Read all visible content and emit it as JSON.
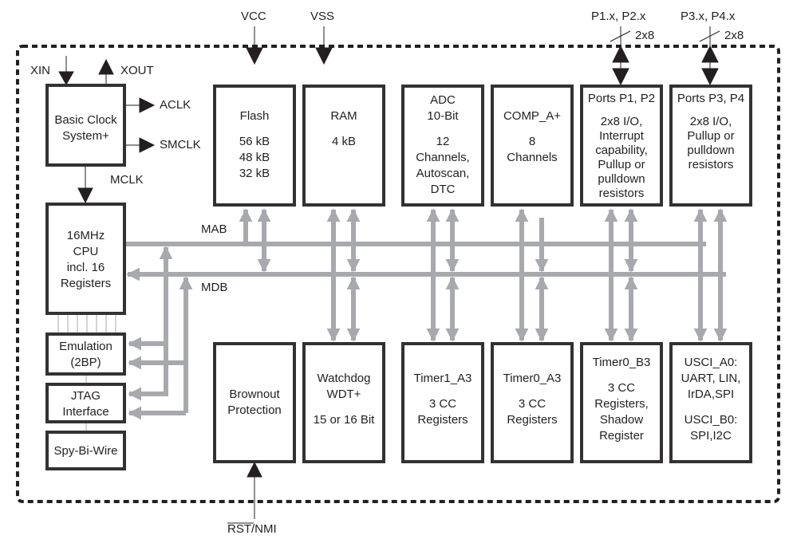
{
  "title": "Functional Block Diagram",
  "colors": {
    "bus": "#a7a9ac",
    "border": "#333132",
    "text": "#231f20"
  },
  "pins": {
    "vcc": "VCC",
    "vss": "VSS",
    "p12": "P1.x, P2.x",
    "p34": "P3.x, P4.x",
    "p12_width": "2x8",
    "p34_width": "2x8",
    "xin": "XIN",
    "xout": "XOUT",
    "aclk": "ACLK",
    "smclk": "SMCLK",
    "mclk": "MCLK",
    "rst_bar": "RST",
    "rst_rest": "/NMI"
  },
  "buses": {
    "mab": "MAB",
    "mdb": "MDB"
  },
  "blocks": {
    "clock": [
      "Basic Clock",
      "System+"
    ],
    "cpu": [
      "16MHz",
      "CPU",
      "incl. 16",
      "Registers"
    ],
    "emulation": [
      "Emulation",
      "(2BP)"
    ],
    "jtag": [
      "JTAG",
      "Interface"
    ],
    "spybiwire": [
      "Spy-Bi-Wire"
    ],
    "flash": {
      "title": "Flash",
      "lines": [
        "56 kB",
        "48 kB",
        "32 kB"
      ]
    },
    "ram": {
      "title": "RAM",
      "lines": [
        "4 kB"
      ]
    },
    "adc": {
      "title": [
        "ADC",
        "10-Bit"
      ],
      "lines": [
        "12",
        "Channels,",
        "Autoscan,",
        "DTC"
      ]
    },
    "comp": {
      "title": "COMP_A+",
      "lines": [
        "8",
        "Channels"
      ]
    },
    "ports12": {
      "title": "Ports P1, P2",
      "lines": [
        "2x8 I/O,",
        "Interrupt",
        "capability,",
        "Pullup or",
        "pulldown",
        "resistors"
      ]
    },
    "ports34": {
      "title": "Ports P3, P4",
      "lines": [
        "2x8 I/O,",
        "Pullup or",
        "pulldown",
        "resistors"
      ]
    },
    "brownout": [
      "Brownout",
      "Protection"
    ],
    "watchdog": {
      "title": [
        "Watchdog",
        "WDT+"
      ],
      "lines": [
        "15 or 16 Bit"
      ]
    },
    "timer1a3": {
      "title": "Timer1_A3",
      "lines": [
        "3 CC",
        "Registers"
      ]
    },
    "timer0a3": {
      "title": "Timer0_A3",
      "lines": [
        "3 CC",
        "Registers"
      ]
    },
    "timer0b3": {
      "title": "Timer0_B3",
      "lines": [
        "3 CC",
        "Registers,",
        "Shadow",
        "Register"
      ]
    },
    "usci": {
      "title": [
        "USCI_A0:",
        "UART, LIN,",
        "IrDA,SPI"
      ],
      "lines": [
        "USCI_B0:",
        "SPI,I2C"
      ]
    }
  }
}
